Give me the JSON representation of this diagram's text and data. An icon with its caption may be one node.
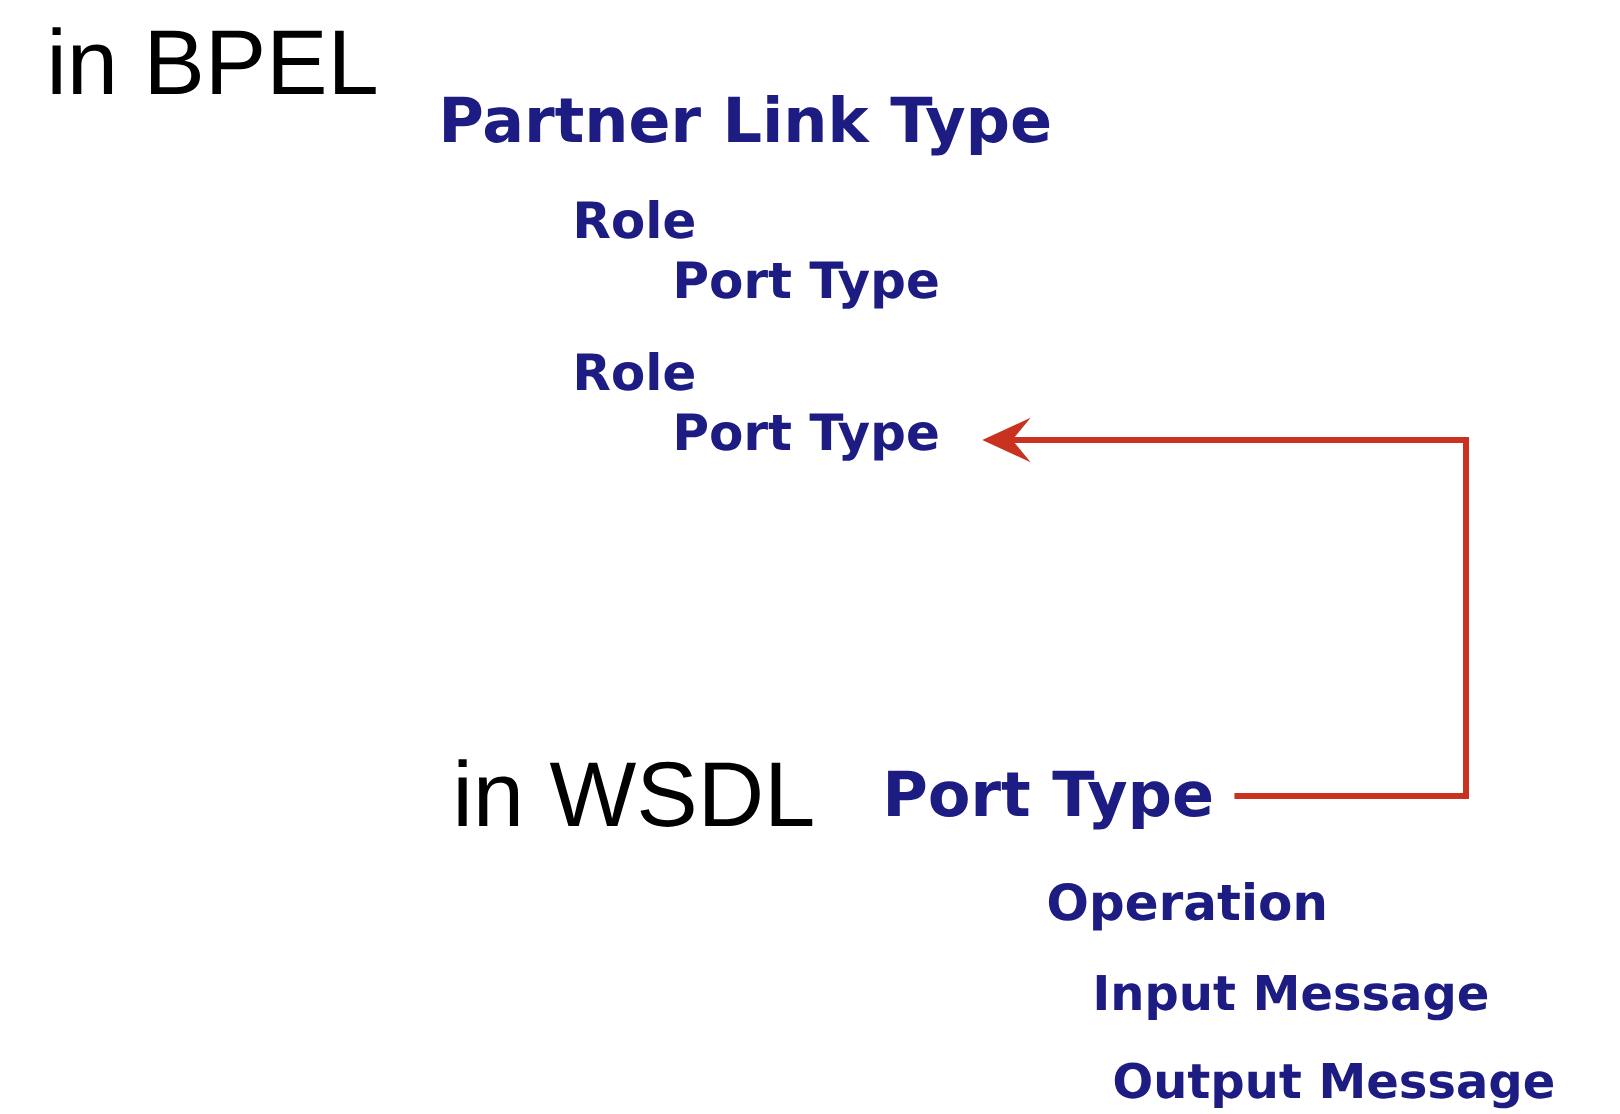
{
  "diagram": {
    "nodes": [
      {
        "text": [
          "Port Type"
        ]
      },
      {
        "text": [
          "Port Type"
        ]
      }
    ],
    "edges": [
      {
        "from": 1,
        "to": 0,
        "arrow": "to",
        "color": "#c8321e"
      }
    ],
    "labels": [
      "in BPEL",
      "Partner Link Type",
      "Role",
      "Port Type",
      "Role",
      "in WSDL",
      "Operation",
      "Input Message",
      "Output Message"
    ]
  }
}
